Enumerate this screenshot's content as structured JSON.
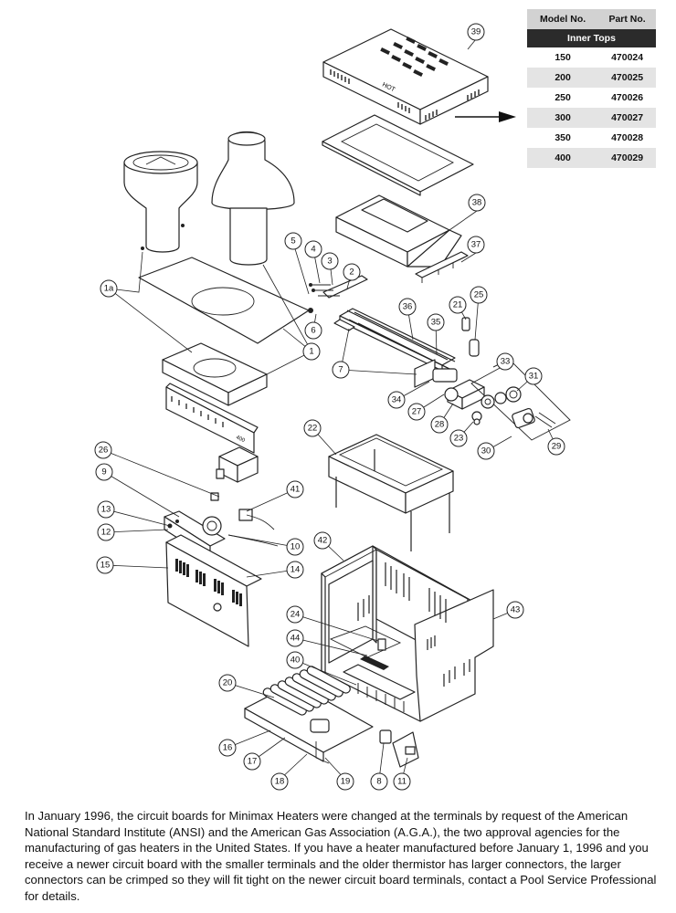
{
  "table": {
    "col_model": "Model No.",
    "col_part": "Part No.",
    "group": "Inner Tops",
    "rows": [
      {
        "model": "150",
        "part": "470024"
      },
      {
        "model": "200",
        "part": "470025"
      },
      {
        "model": "250",
        "part": "470026"
      },
      {
        "model": "300",
        "part": "470027"
      },
      {
        "model": "350",
        "part": "470028"
      },
      {
        "model": "400",
        "part": "470029"
      }
    ]
  },
  "labels": {
    "hot": "HOT",
    "jacket_number": "400"
  },
  "callouts": [
    "1a",
    "1",
    "2",
    "3",
    "4",
    "5",
    "6",
    "7",
    "8",
    "9",
    "10",
    "11",
    "12",
    "13",
    "14",
    "15",
    "16",
    "17",
    "18",
    "19",
    "20",
    "21",
    "22",
    "23",
    "24",
    "25",
    "26",
    "27",
    "28",
    "29",
    "30",
    "31",
    "33",
    "34",
    "35",
    "36",
    "37",
    "38",
    "39",
    "40",
    "41",
    "42",
    "43",
    "44"
  ],
  "caption": "In January 1996, the circuit boards for Minimax Heaters were changed at the terminals by request of the American National Standard Institute (ANSI) and the American Gas Association (A.G.A.), the two approval agencies for the manufacturing of gas heaters in the United States. If you have a heater manufactured before January 1, 1996 and you receive a newer circuit board with the smaller terminals and the older thermistor has larger connectors, the larger connectors can be crimped so they will fit tight on the newer circuit board terminals, contact a Pool Service Professional for details."
}
